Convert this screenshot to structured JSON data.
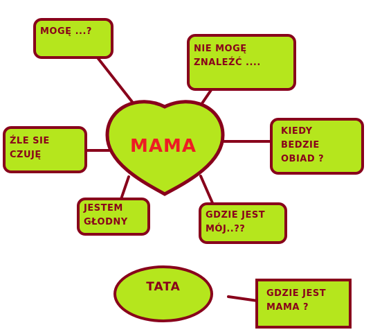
{
  "colors": {
    "fill": "#b5e61d",
    "outline": "#88001b",
    "center_text": "#ed1c24"
  },
  "center": {
    "label": "MAMA"
  },
  "bubbles": [
    {
      "id": "moge",
      "text": "MOGĘ ...?"
    },
    {
      "id": "nie-moge",
      "text": "NIE MOGĘ\nZNALEŹĆ ...."
    },
    {
      "id": "kiedy",
      "text": "KIEDY\nBEDZIE\nOBIAD ?"
    },
    {
      "id": "gdzie-moj",
      "text": "GDZIE JEST\nMÓJ..??"
    },
    {
      "id": "glodny",
      "text": "JESTEM\nGŁODNY"
    },
    {
      "id": "zle",
      "text": "ŹLE SIE\nCZUJĘ"
    }
  ],
  "secondary": {
    "label": "TATA",
    "bubble_text": "GDZIE JEST\nMAMA ?"
  }
}
